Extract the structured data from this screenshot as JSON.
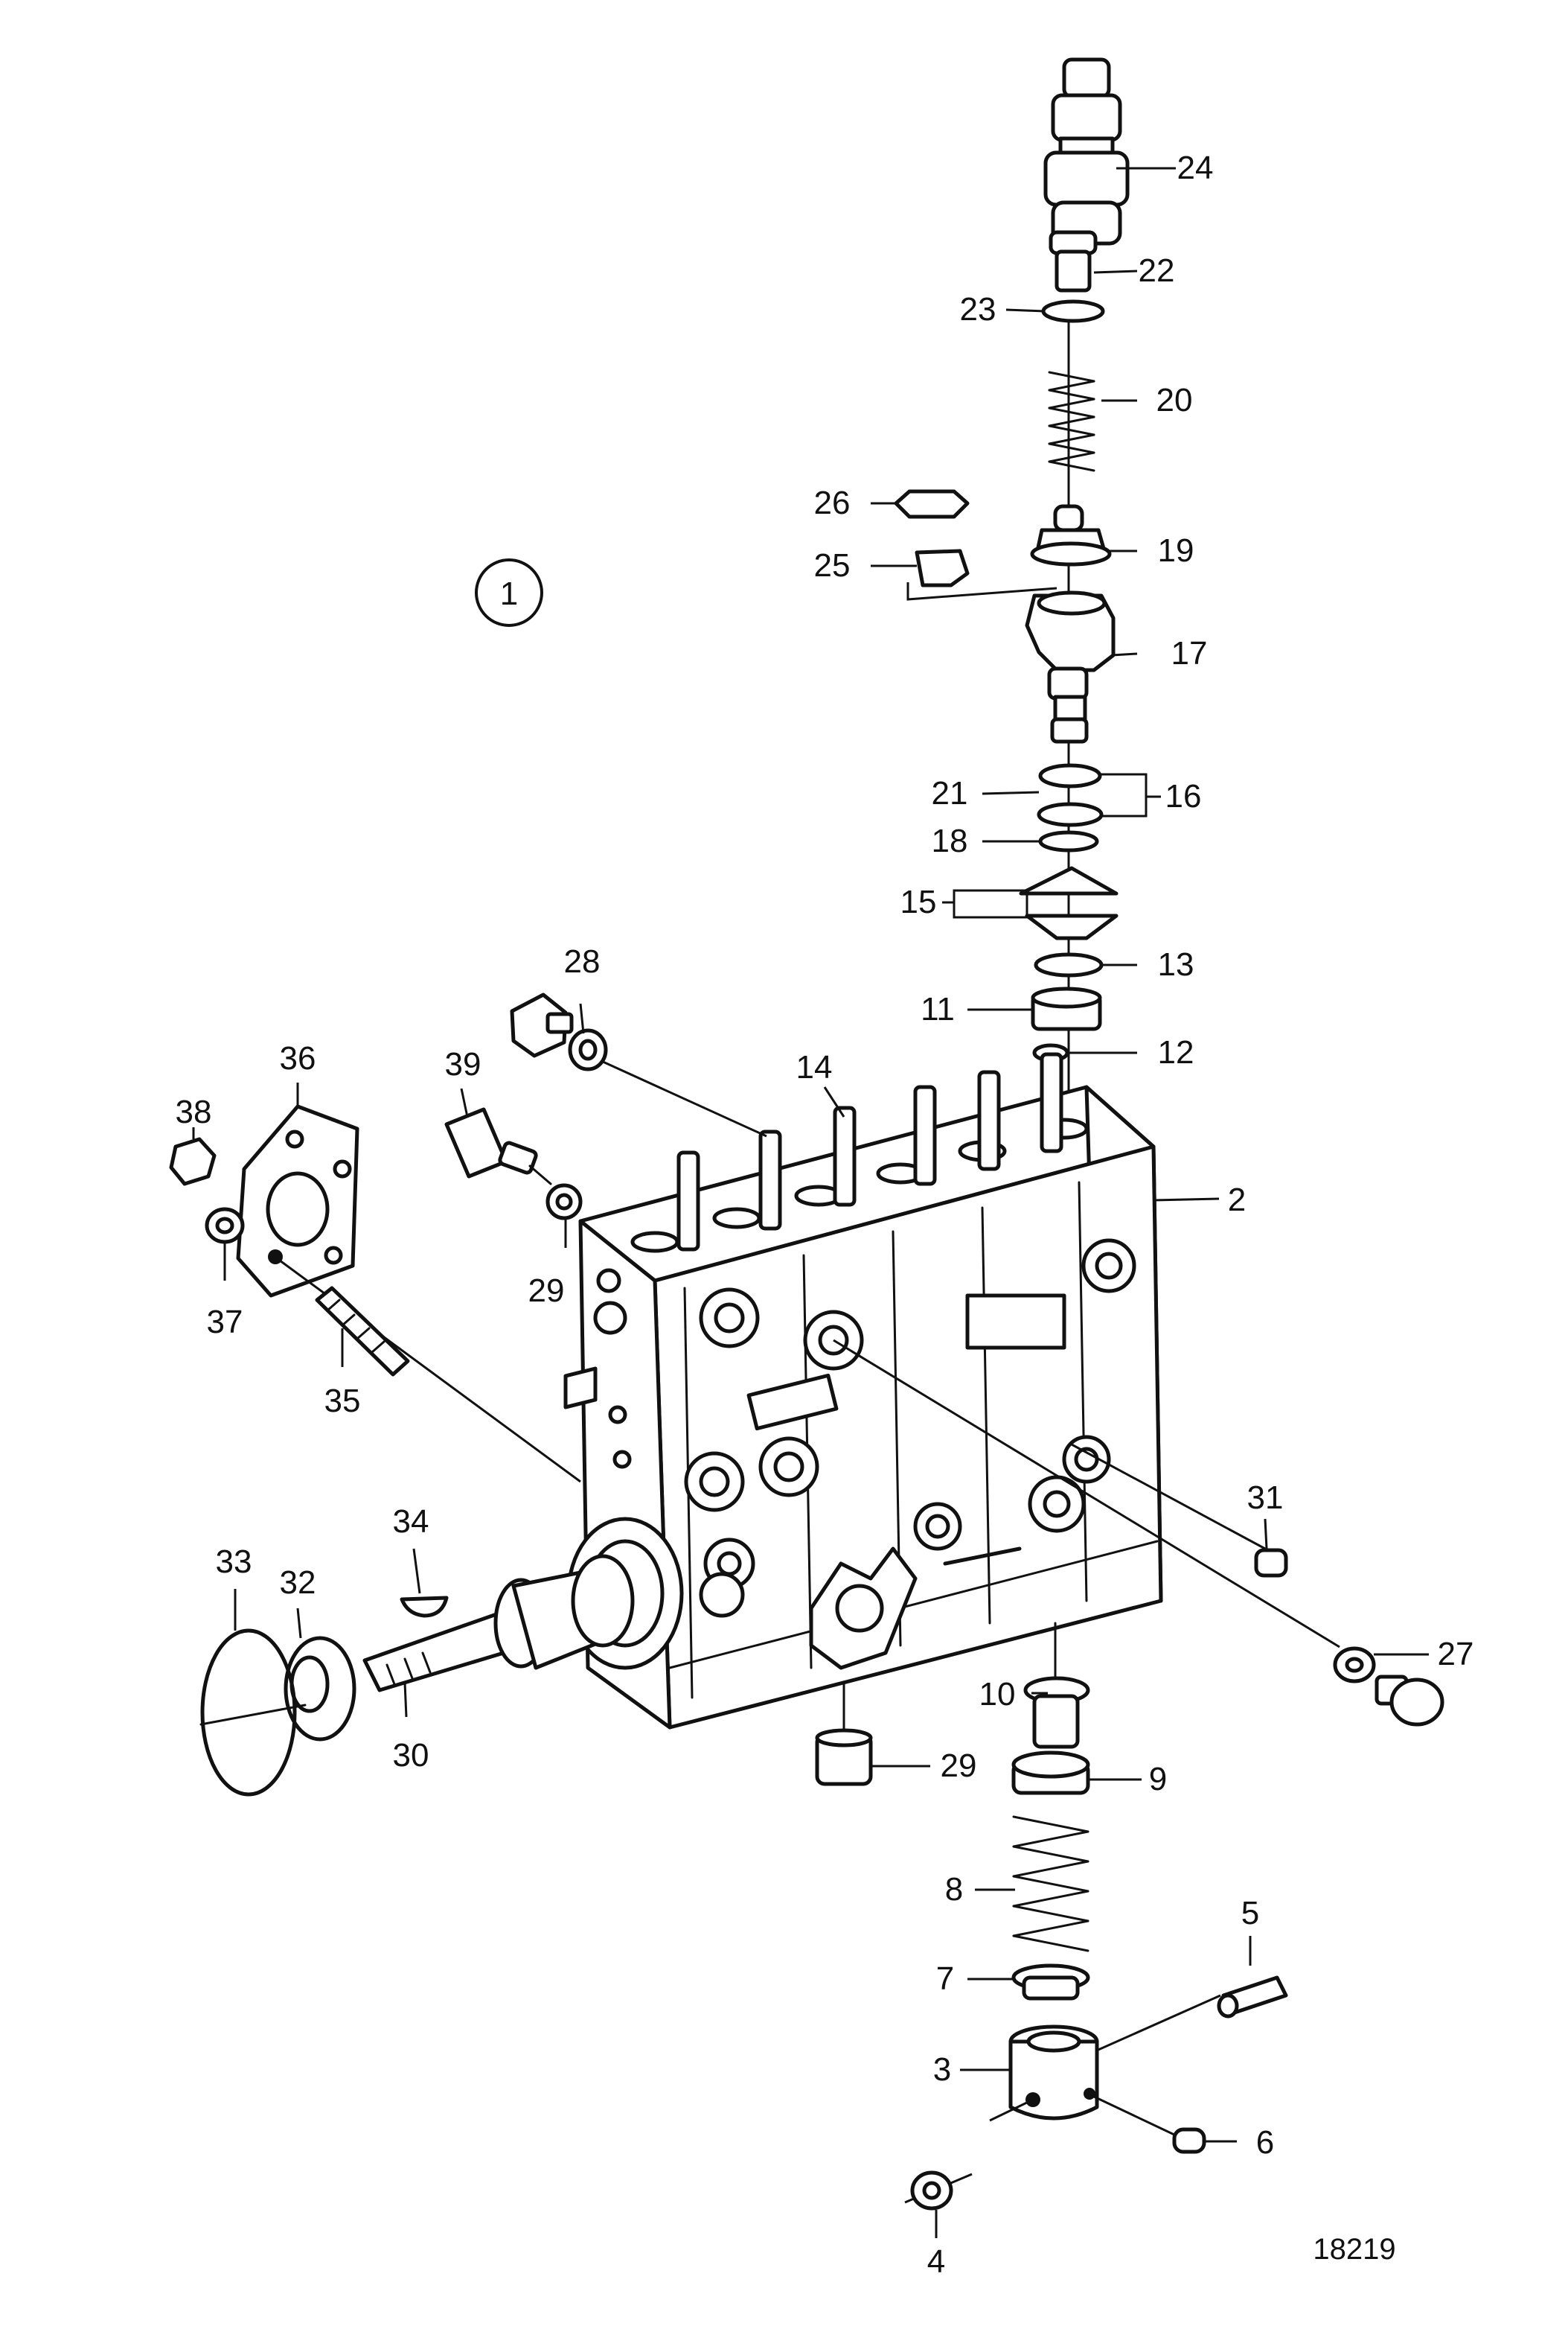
{
  "figure": {
    "view_number": "1",
    "drawing_number": "18219"
  },
  "callouts": [
    {
      "id": "c2",
      "text": "2"
    },
    {
      "id": "c3",
      "text": "3"
    },
    {
      "id": "c4",
      "text": "4"
    },
    {
      "id": "c5",
      "text": "5"
    },
    {
      "id": "c6",
      "text": "6"
    },
    {
      "id": "c7",
      "text": "7"
    },
    {
      "id": "c8",
      "text": "8"
    },
    {
      "id": "c9",
      "text": "9"
    },
    {
      "id": "c10",
      "text": "10"
    },
    {
      "id": "c11",
      "text": "11"
    },
    {
      "id": "c12",
      "text": "12"
    },
    {
      "id": "c13",
      "text": "13"
    },
    {
      "id": "c14",
      "text": "14"
    },
    {
      "id": "c15",
      "text": "15"
    },
    {
      "id": "c16",
      "text": "16"
    },
    {
      "id": "c17",
      "text": "17"
    },
    {
      "id": "c18",
      "text": "18"
    },
    {
      "id": "c19",
      "text": "19"
    },
    {
      "id": "c20",
      "text": "20"
    },
    {
      "id": "c21",
      "text": "21"
    },
    {
      "id": "c22",
      "text": "22"
    },
    {
      "id": "c23",
      "text": "23"
    },
    {
      "id": "c24",
      "text": "24"
    },
    {
      "id": "c25",
      "text": "25"
    },
    {
      "id": "c26",
      "text": "26"
    },
    {
      "id": "c27",
      "text": "27"
    },
    {
      "id": "c28",
      "text": "28"
    },
    {
      "id": "c29a",
      "text": "29"
    },
    {
      "id": "c29b",
      "text": "29"
    },
    {
      "id": "c30",
      "text": "30"
    },
    {
      "id": "c31",
      "text": "31"
    },
    {
      "id": "c32",
      "text": "32"
    },
    {
      "id": "c33",
      "text": "33"
    },
    {
      "id": "c34",
      "text": "34"
    },
    {
      "id": "c35",
      "text": "35"
    },
    {
      "id": "c36",
      "text": "36"
    },
    {
      "id": "c37",
      "text": "37"
    },
    {
      "id": "c38",
      "text": "38"
    },
    {
      "id": "c39",
      "text": "39"
    }
  ]
}
